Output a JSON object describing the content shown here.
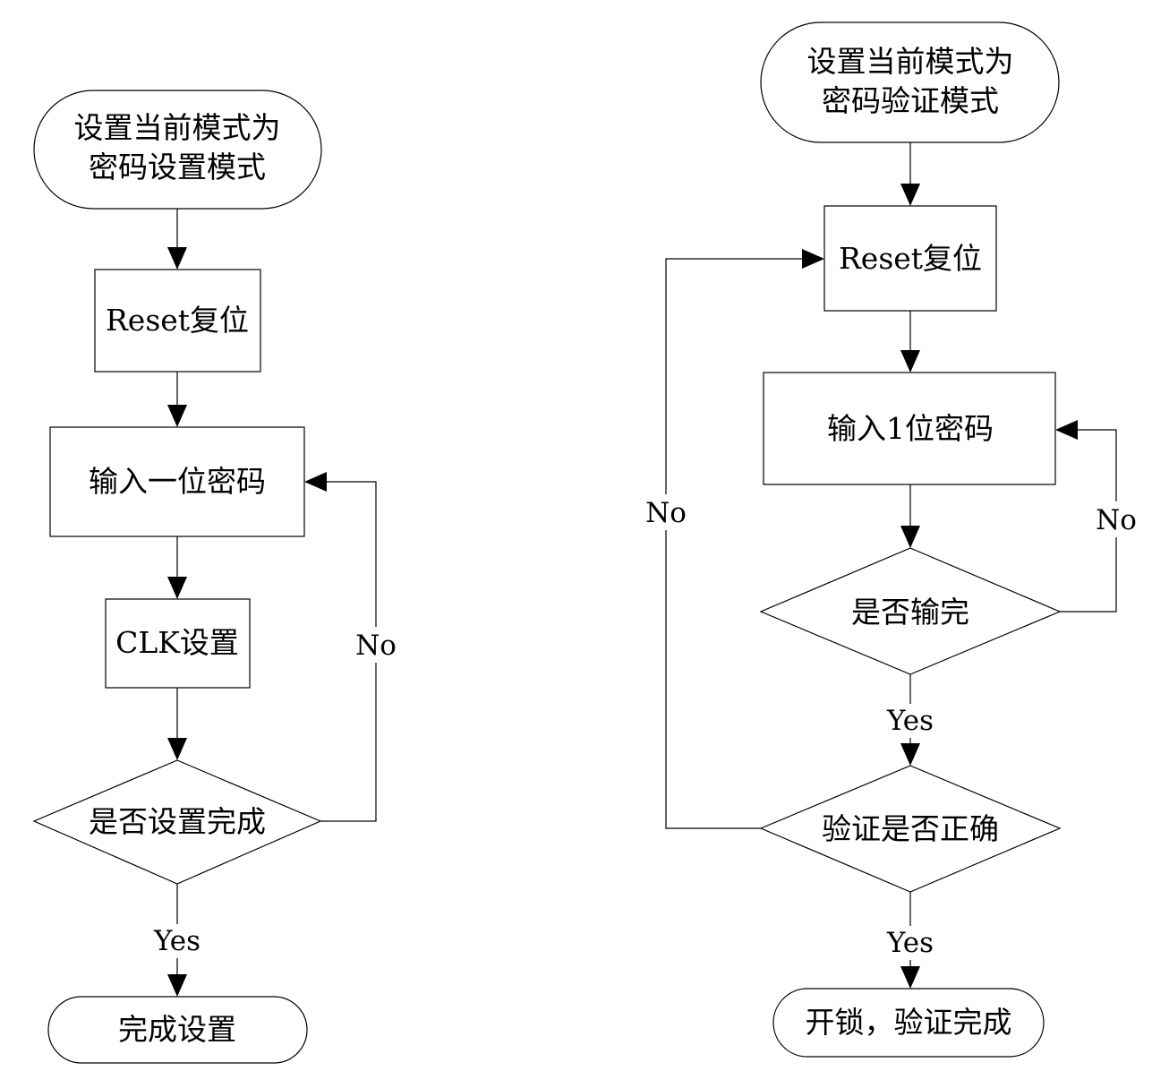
{
  "left_flow": {
    "start": [
      "设置当前模式为",
      "密码设置模式"
    ],
    "reset": "Reset复位",
    "input": "输入一位密码",
    "clk": "CLK设置",
    "decision": "是否设置完成",
    "no_label": "No",
    "yes_label": "Yes",
    "end": "完成设置"
  },
  "right_flow": {
    "start": [
      "设置当前模式为",
      "密码验证模式"
    ],
    "reset": "Reset复位",
    "input": "输入1位密码",
    "decision1": "是否输完",
    "no_label1": "No",
    "yes_label1": "Yes",
    "decision2": "验证是否正确",
    "no_label2": "No",
    "yes_label2": "Yes",
    "end": "开锁，验证完成"
  }
}
